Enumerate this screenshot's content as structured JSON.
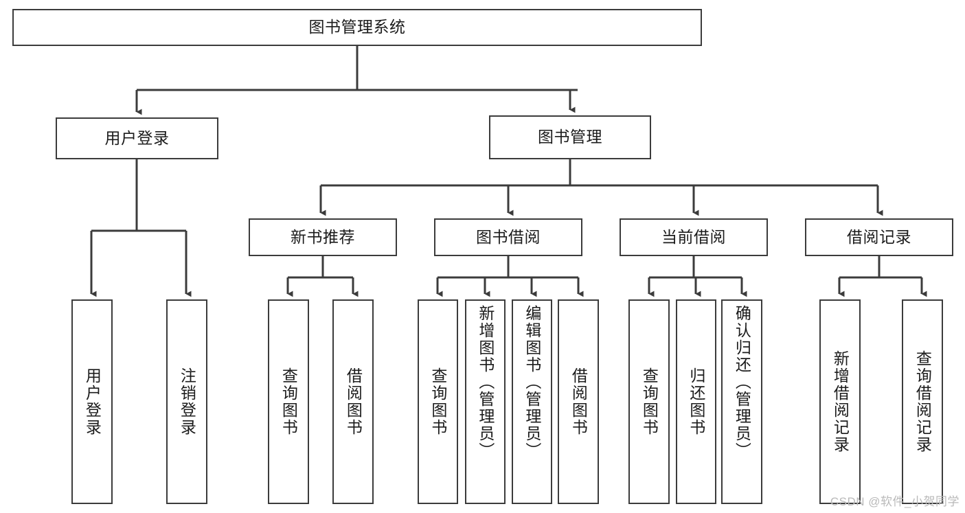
{
  "diagram": {
    "type": "tree",
    "title": "图书管理系统",
    "orientation": "top-down",
    "colors": {
      "node_border": "#3b3b3b",
      "node_fill": "#ffffff",
      "edge": "#3b3b3b",
      "text": "#1b1b1b",
      "watermark": "#b9b9b9"
    },
    "nodes": {
      "root": {
        "label": "图书管理系统"
      },
      "level2": [
        {
          "id": "user-login",
          "label": "用户登录"
        },
        {
          "id": "book-manage",
          "label": "图书管理"
        }
      ],
      "level3": [
        {
          "id": "new-book-rec",
          "label": "新书推荐"
        },
        {
          "id": "book-borrow",
          "label": "图书借阅"
        },
        {
          "id": "current-borrow",
          "label": "当前借阅"
        },
        {
          "id": "borrow-record",
          "label": "借阅记录"
        }
      ],
      "leaves": {
        "user-login": [
          {
            "id": "leaf-user-login",
            "label": "用户登录"
          },
          {
            "id": "leaf-logout-login",
            "label": "注销登录"
          }
        ],
        "new-book-rec": [
          {
            "id": "leaf-query-book-1",
            "label": "查询图书"
          },
          {
            "id": "leaf-borrow-book-1",
            "label": "借阅图书"
          }
        ],
        "book-borrow": [
          {
            "id": "leaf-query-book-2",
            "label": "查询图书"
          },
          {
            "id": "leaf-add-book",
            "label": "新增图书（管理员）"
          },
          {
            "id": "leaf-edit-book",
            "label": "编辑图书（管理员）"
          },
          {
            "id": "leaf-borrow-book-2",
            "label": "借阅图书"
          }
        ],
        "current-borrow": [
          {
            "id": "leaf-query-book-3",
            "label": "查询图书"
          },
          {
            "id": "leaf-return-book",
            "label": "归还图书"
          },
          {
            "id": "leaf-confirm-return",
            "label": "确认归还（管理员）"
          }
        ],
        "borrow-record": [
          {
            "id": "leaf-add-record",
            "label": "新增借阅记录"
          },
          {
            "id": "leaf-query-record",
            "label": "查询借阅记录"
          }
        ]
      }
    }
  },
  "watermark": {
    "text": "CSDN @软件_小贺同学"
  }
}
